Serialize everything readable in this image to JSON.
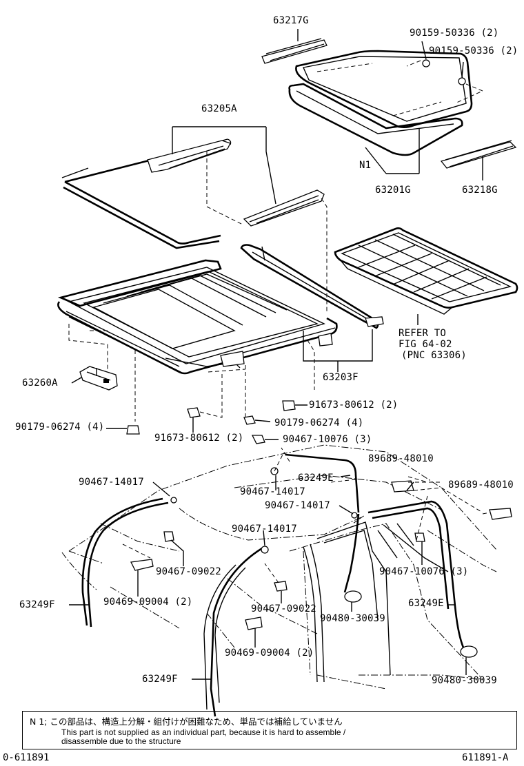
{
  "labels": {
    "p63217G": "63217G",
    "p90159a": "90159-50336 (2)",
    "p90159b": "90159-50336 (2)",
    "p63205A": "63205A",
    "pN1": "N1",
    "p63201G": "63201G",
    "p63218G": "63218G",
    "refer1": "REFER TO",
    "refer2": "FIG 64-02",
    "refer3": "(PNC 63306)",
    "p63203F": "63203F",
    "p63260A": "63260A",
    "p91673a": "91673-80612 (2)",
    "p90179a": "90179-06274 (4)",
    "p90179b": "90179-06274 (4)",
    "p91673b": "91673-80612 (2)",
    "p90467_10076a": "90467-10076 (3)",
    "p89689a": "89689-48010",
    "p63249Ea": "63249E",
    "p90467_14017a": "90467-14017",
    "p90467_14017b": "90467-14017",
    "p89689b": "89689-48010",
    "p90467_14017c": "90467-14017",
    "p90467_14017d": "90467-14017",
    "p90467_09022a": "90467-09022",
    "p90467_10076b": "90467-10076 (3)",
    "p63249Fa": "63249F",
    "p90469a": "90469-09004 (2)",
    "p90467_09022b": "90467-09022",
    "p63249Eb": "63249E",
    "p90480a": "90480-30039",
    "p90469b": "90469-09004 (2)",
    "p63249Fb": "63249F",
    "p90480b": "90480-30039"
  },
  "note": {
    "jp": "N 1; この部品は、構造上分解・組付けが困難なため、単品では補給していません",
    "en1": "This part is not supplied as an individual part, because it is hard to assemble /",
    "en2": "disassemble due to the structure"
  },
  "footer": {
    "left": "0-611891",
    "right": "611891-A"
  }
}
